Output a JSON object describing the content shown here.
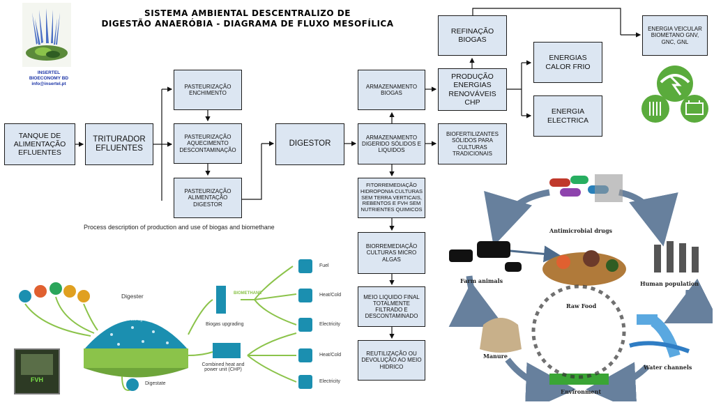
{
  "title": {
    "line1": "SISTEMA AMBIENTAL DESCENTRALIZO DE",
    "line2": "DIGESTÃO ANAERÓBIA - DIAGRAMA DE FLUXO MESOFÍLICA"
  },
  "logo": {
    "name": "INSERTEL",
    "subtitle": "BIOECONOMY BD",
    "email": "info@insertel.pt"
  },
  "boxes": {
    "tanque": "TANQUE DE ALIMENTAÇÃO EFLUENTES",
    "triturador": "TRITURADOR EFLUENTES",
    "past_enchimento": "PASTEURIZAÇÃO ENCHIMENTO",
    "past_aquecimento": "PASTEURIZAÇÃO AQUECIMENTO DESCONTAMINAÇÃO",
    "past_alimentacao": "PASTEURIZAÇÃO ALIMENTAÇÃO DIGESTOR",
    "digestor": "DIGESTOR",
    "armazenamento_biogas": "ARMAZENAMENTO BIOGAS",
    "armazenamento_digerido": "ARMAZENAMENTO DIGERIDO SÓLIDOS E LIQUIDOS",
    "refinacao": "REFINAÇÃO BIOGAS",
    "producao": "PRODUÇÃO ENERGIAS RENOVÁVEIS CHP",
    "energia_veicular": "ENERGIA VEICULAR BIOMETANO GNV, GNC, GNL",
    "energias_calor": "ENERGIAS CALOR FRIO",
    "energia_electrica": "ENERGIA ELECTRICA",
    "biofertilizantes": "BIOFERTILIZANTES SÓLIDOS PARA CULTURAS TRADICIONAIS",
    "fitorremediacao": "FITORREMEDIAÇÃO HIDROPONIA CULTURAS SEM TERRA VERTICAIS, REBENTOS E FVH SEM NUTRIENTES QUIMICOS",
    "biorremediacao": "BIORREMEDIAÇÃO CULTURAS MICRO ALGAS",
    "meio_liquido": "MEIO LIQUIDO FINAL TOTALMENTE FILTRADO E DESCONTAMINADO",
    "reutilizacao": "REUTILIZAÇÃO OU DEVOLUÇÃO AO MEIO HIDRICO"
  },
  "caption": "Process description of production and use of biogas and biomethane",
  "biogas_diagram": {
    "digester": "Digester",
    "gas_storage": "Gas storage",
    "digestate": "Digestate",
    "biomethane": "BIOMETHANE",
    "biogas_upgrading": "Biogas upgrading",
    "chp": "Combined heat and power unit (CHP)",
    "fuel": "Fuel",
    "heat_cold_1": "Heat/Cold",
    "electricity_1": "Electricity",
    "heat_cold_2": "Heat/Cold",
    "electricity_2": "Electricity",
    "fvh_label": "FVH"
  },
  "cycle_diagram": {
    "antimicrobial": "Antimicrobial drugs",
    "farm_animals": "Farm animals",
    "human_population": "Human population",
    "raw_food": "Raw Food",
    "manure": "Manure",
    "water_channels": "Water channels",
    "environment": "Environment"
  },
  "colors": {
    "box_fill": "#dce6f2",
    "box_border": "#1a1a1a",
    "logo_text": "#1a33a6",
    "cycle_arrow": "#4d6b8c",
    "biogas_teal": "#1b8fb0",
    "biogas_green": "#8bc34a"
  }
}
